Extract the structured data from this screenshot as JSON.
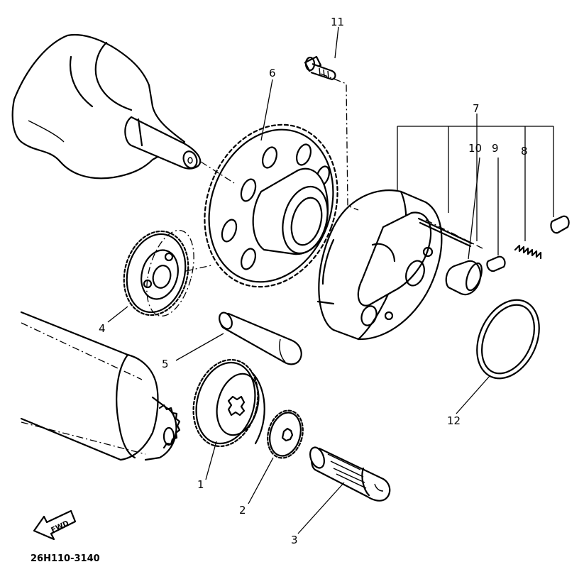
{
  "diagram": {
    "part_labels": {
      "p1": "1",
      "p2": "2",
      "p3": "3",
      "p4": "4",
      "p5": "5",
      "p6": "6",
      "p7": "7",
      "p8": "8",
      "p9": "9",
      "p10": "10",
      "p11": "11",
      "p12": "12"
    },
    "direction_arrow_text": "FWD",
    "diagram_code": "26H110-3140"
  }
}
